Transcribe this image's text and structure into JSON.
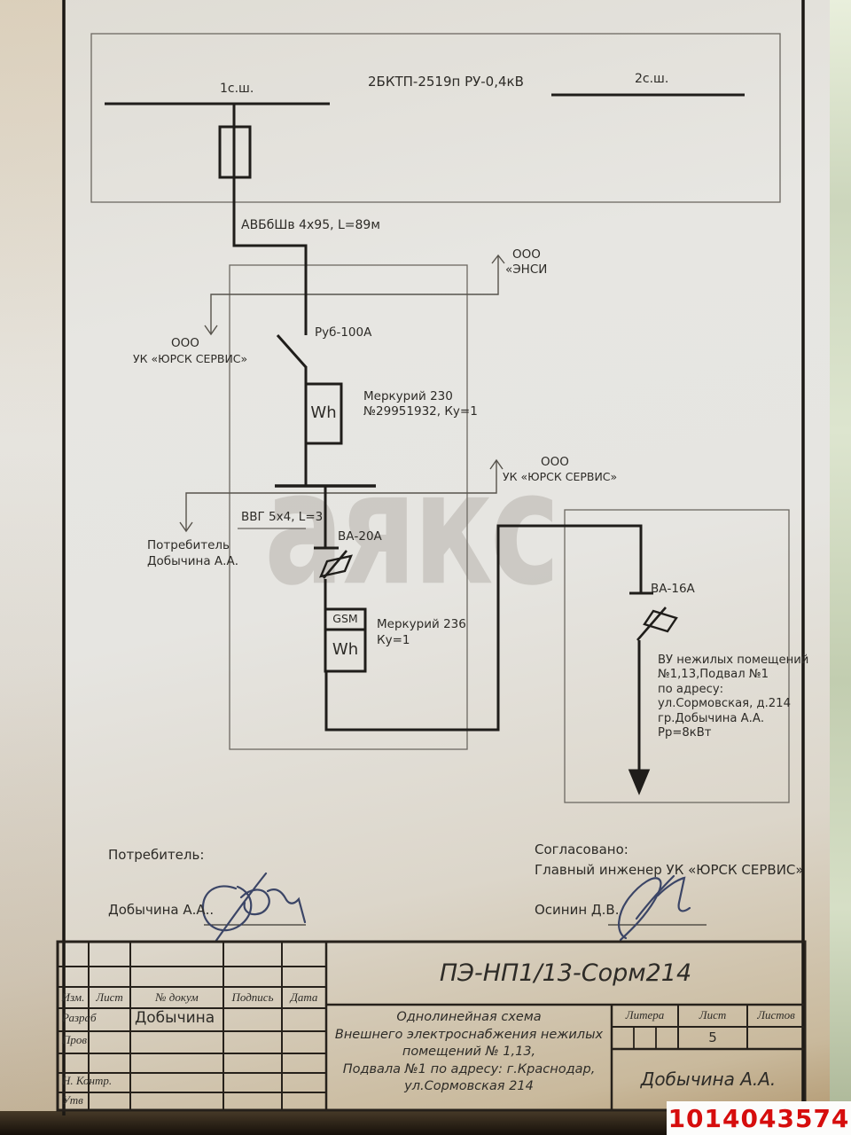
{
  "photo": {
    "code": "1014043574"
  },
  "colors": {
    "code_red": "#d60d0d",
    "ink_blue": "#3b4566",
    "line_dark": "#221f1b"
  },
  "station": {
    "name": "2БКТП-2519п РУ-0,4кВ",
    "bus1": "1с.ш.",
    "bus2": "2с.ш."
  },
  "feeder": {
    "cable": "АВБбШв 4х95, L=89м",
    "switch": "Руб-100А"
  },
  "meter1": {
    "label": "Wh",
    "name": "Меркурий 230",
    "serial": "№29951932, Ку=1"
  },
  "boundary_top": {
    "left_line1": "ООО",
    "left_line2": "УК «ЮРСК СЕРВИС»",
    "right_line1": "ООО",
    "right_line2": "«ЭНСИ"
  },
  "boundary_bottom": {
    "left_line1": "Потребитель",
    "left_line2": "Добычина А.А.",
    "right_line1": "ООО",
    "right_line2": "УК «ЮРСК СЕРВИС»"
  },
  "cable2": "ВВГ 5х4, L=3",
  "breaker1": "ВА-20А",
  "meter2": {
    "gsm": "GSM",
    "label": "Wh",
    "name": "Меркурий 236",
    "ratio": "Ку=1"
  },
  "breaker2": "ВА-16А",
  "load": [
    "ВУ нежилых помещений",
    "№1,13,Подвал №1",
    "по адресу:",
    "ул.Сормовская, д.214",
    "гр.Добычина А.А.",
    "Рр=8кВт"
  ],
  "watermark": "аякс",
  "approval": {
    "consumer_label": "Потребитель:",
    "consumer_name": "Добычина А.А..",
    "agreed_label": "Согласовано:",
    "agreed_title": "Главный инженер УК «ЮРСК СЕРВИС»",
    "agreed_name": "Осинин Д.В."
  },
  "title_block": {
    "doc_number": "ПЭ-НП1/13-Сорм214",
    "col_izm": "Изм.",
    "col_list": "Лист",
    "col_docnum": "№ докум",
    "col_sign": "Подпись",
    "col_date": "Дата",
    "row_razrab": "Разраб",
    "razrab_name": "Добычина",
    "row_prov": "Пров",
    "row_nkontr": "Н. Контр.",
    "row_utv": "Утв",
    "project_title": [
      "Однолинейная схема",
      "Внешнего электроснабжения нежилых",
      "помещений № 1,13,",
      "Подвала №1 по адресу: г.Краснодар,",
      "ул.Сормовская 214"
    ],
    "litera_label": "Литера",
    "list_label": "Лист",
    "listov_label": "Листов",
    "list_value": "5",
    "author": "Добычина А.А."
  }
}
